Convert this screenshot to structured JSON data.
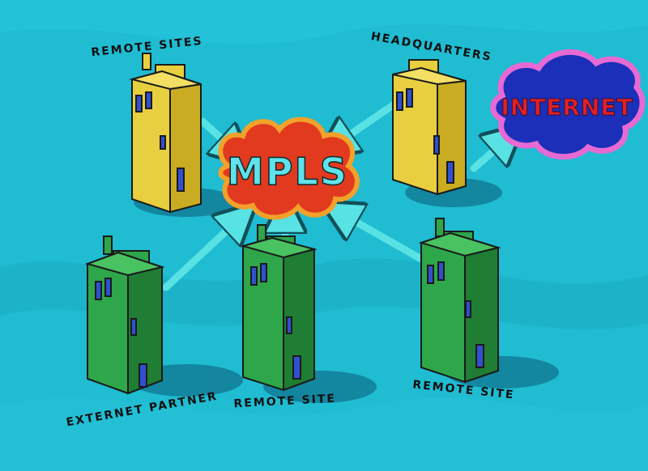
{
  "diagram": {
    "colors": {
      "background": "#1fbcd2",
      "arrow": "#58e2e4",
      "yellow_building": "#e8cf3f",
      "green_building": "#2ea64a",
      "mpls_cloud": "#e23a1e",
      "mpls_text": "#5fe3ea",
      "internet_cloud": "#1b2fb8",
      "internet_border": "#e76ad4",
      "internet_text": "#e0202a"
    },
    "clouds": {
      "mpls": "MPLS",
      "internet": "INTERNET"
    },
    "labels": {
      "remote_sites": "REMOTE SITES",
      "headquarters": "HEADQUARTERS",
      "extranet_partner": "EXTERNET PARTNER",
      "remote_site_center": "REMOTE SITE",
      "remote_site_right": "REMOTE SITE"
    }
  }
}
